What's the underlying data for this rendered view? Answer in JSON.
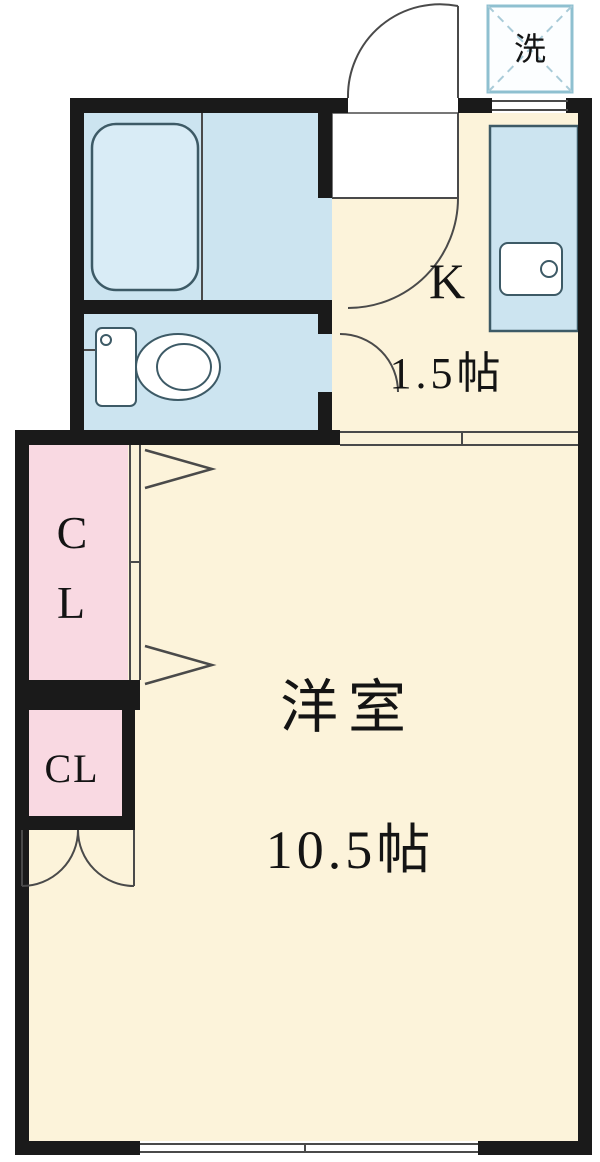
{
  "colors": {
    "wall": "#1a1a1a",
    "line": "#4a4a4a",
    "room_fill": "#fcf3da",
    "wet_fill": "#cce4f0",
    "tub_fill": "#d9ecf6",
    "closet_fill": "#f9d9e2",
    "fixture_stroke": "#3d5a66",
    "laundry_border": "#8fc0d0",
    "laundry_dash": "#a9cbd8"
  },
  "rooms": {
    "laundry": {
      "label": "洗"
    },
    "kitchen": {
      "name": "K",
      "area": "1.5帖"
    },
    "closet_large": {
      "line1": "C",
      "line2": "L"
    },
    "closet_small": {
      "label": "CL"
    },
    "main_room": {
      "name": "洋室",
      "area": "10.5帖"
    }
  }
}
